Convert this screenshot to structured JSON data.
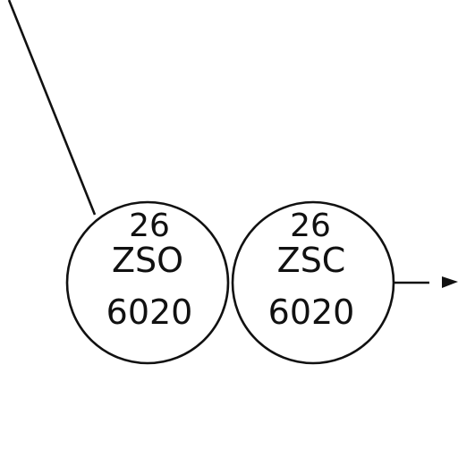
{
  "instruments": [
    {
      "number": "26",
      "code": "ZSO",
      "loop": "6020"
    },
    {
      "number": "26",
      "code": "ZSC",
      "loop": "6020"
    }
  ],
  "colors": {
    "ink": "#111111",
    "background": "#ffffff"
  },
  "icons": {
    "flow_arrow": "arrowhead-right-icon"
  }
}
